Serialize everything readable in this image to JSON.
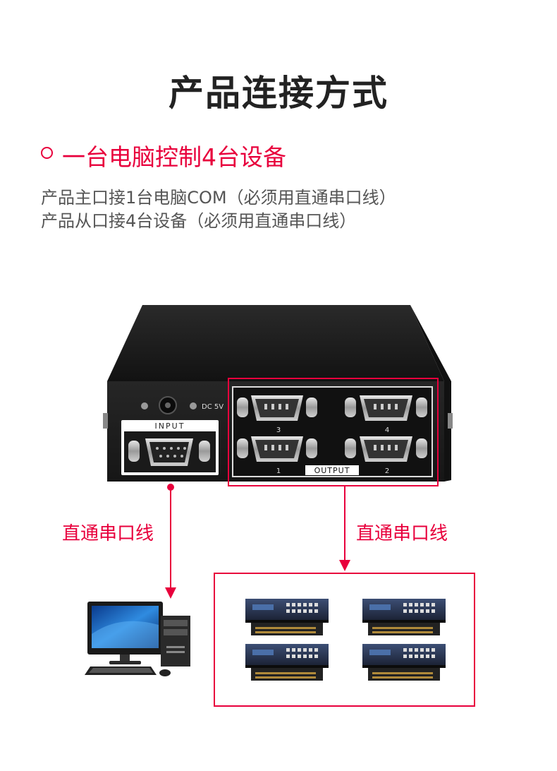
{
  "heading": {
    "title": "产品连接方式",
    "subtitle": "一台电脑控制4台设备"
  },
  "description": {
    "line1": "产品主口接1台电脑COM（必须用直通串口线）",
    "line2": "产品从口接4台设备（必须用直通串口线）"
  },
  "device": {
    "input_label": "INPUT",
    "output_label": "OUTPUT",
    "dc_label": "DC 5V",
    "ports": [
      "1",
      "2",
      "3",
      "4"
    ]
  },
  "cables": {
    "left_label": "直通串口线",
    "right_label": "直通串口线"
  },
  "colors": {
    "accent": "#e8003c",
    "device_body": "#1c1c1c"
  },
  "icons": {
    "computer": "desktop-computer-icon",
    "equipment": "rack-equipment-icon"
  }
}
